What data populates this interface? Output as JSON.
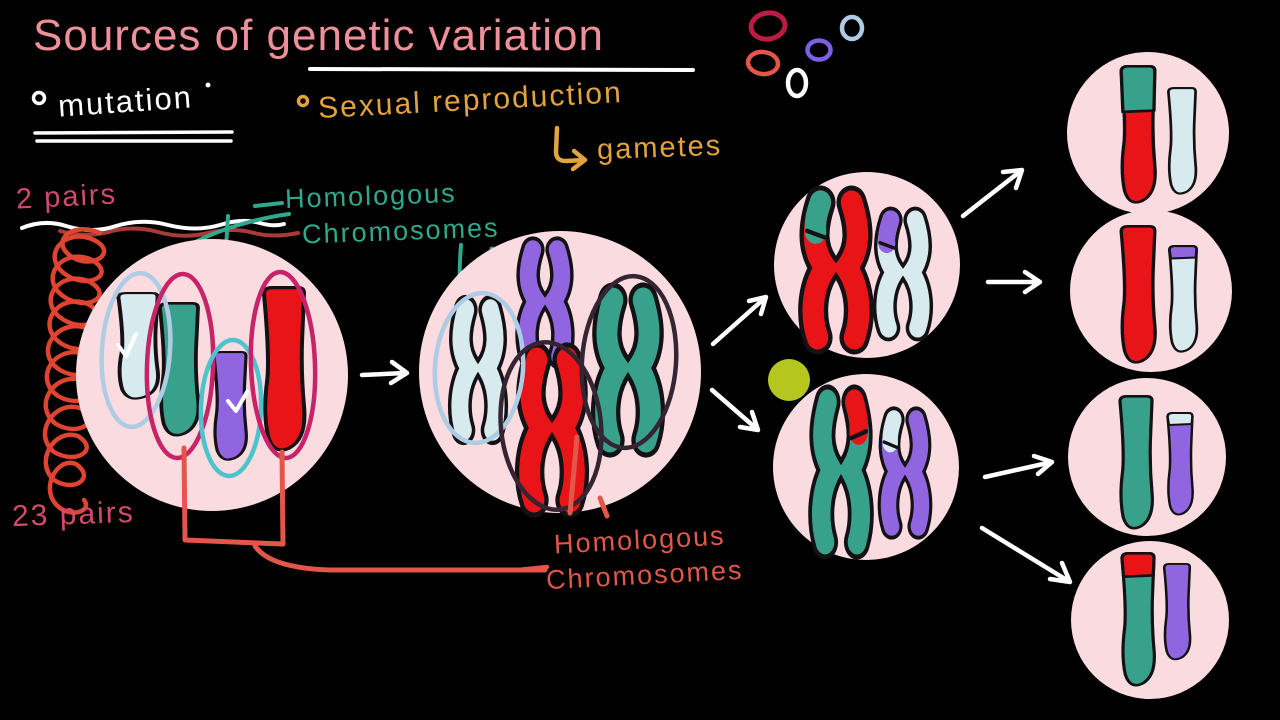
{
  "title": {
    "text": "Sources of genetic variation"
  },
  "bullets": {
    "mutation": "mutation",
    "sexual_reproduction": "Sexual reproduction",
    "gametes": "gametes"
  },
  "labels": {
    "two_pairs": "2 pairs",
    "twenty_three_pairs": "23 pairs",
    "homologous_teal_line1": "Homologous",
    "homologous_teal_line2": "Chromosomes",
    "homologous_red_line1": "Homologous",
    "homologous_red_line2": "Chromosomes"
  },
  "colors": {
    "bg": "#000000",
    "white": "#ffffff",
    "title_pink": "#ef8f9a",
    "orange": "#e2a33c",
    "teal_text": "#2fa98c",
    "pink_label": "#d14a6e",
    "red_label": "#e2574a",
    "coil_red": "#de4430",
    "wavy_red": "#a83a38",
    "cell_pink": "#f9dbe0",
    "chromo_teal": "#38a18c",
    "chromo_lightblue": "#d7eaee",
    "chromo_purple": "#9165e0",
    "chromo_red": "#e81418",
    "loop_crimson": "#c72366",
    "loop_cyan": "#4fc3cc",
    "loop_paleblue": "#aecde4",
    "loop_dark": "#352533",
    "yellow_dot": "#b5c71f",
    "ring_crimson": "#bc1c44",
    "ring_purple": "#7d5fe6",
    "outline_black": "#141114"
  },
  "diagram": {
    "top_doodles": [
      "crimson ring",
      "salmon ring",
      "white ring",
      "purple ring",
      "pale blue ring"
    ],
    "cells": [
      {
        "id": "parent-cell",
        "description": "cell with 2 homologous pairs of single chromosomes",
        "chromosomes": [
          {
            "color": "light blue"
          },
          {
            "color": "teal"
          },
          {
            "color": "purple"
          },
          {
            "color": "red"
          }
        ]
      },
      {
        "id": "replicated-cell",
        "description": "cell after DNA replication, duplicated X chromosomes",
        "chromosomes": [
          {
            "color": "light blue"
          },
          {
            "color": "purple"
          },
          {
            "color": "red"
          },
          {
            "color": "teal"
          }
        ]
      },
      {
        "id": "meiosis1-top-cell",
        "chromosomes": [
          {
            "color": "red",
            "crossover_tip": "teal"
          },
          {
            "color": "light blue",
            "crossover_tip": "purple"
          }
        ]
      },
      {
        "id": "meiosis1-bottom-cell",
        "chromosomes": [
          {
            "color": "teal",
            "crossover_tip": "red"
          },
          {
            "color": "purple",
            "crossover_tip": "light blue"
          }
        ]
      },
      {
        "id": "gamete-1",
        "chromosomes": [
          {
            "color": "red",
            "crossover_tip": "teal"
          },
          {
            "color": "light blue"
          }
        ]
      },
      {
        "id": "gamete-2",
        "chromosomes": [
          {
            "color": "red"
          },
          {
            "color": "light blue",
            "crossover_tip": "purple"
          }
        ]
      },
      {
        "id": "gamete-3",
        "chromosomes": [
          {
            "color": "teal"
          },
          {
            "color": "purple",
            "crossover_tip": "light blue"
          }
        ]
      },
      {
        "id": "gamete-4",
        "chromosomes": [
          {
            "color": "teal",
            "crossover_tip": "red"
          },
          {
            "color": "purple"
          }
        ]
      }
    ]
  }
}
